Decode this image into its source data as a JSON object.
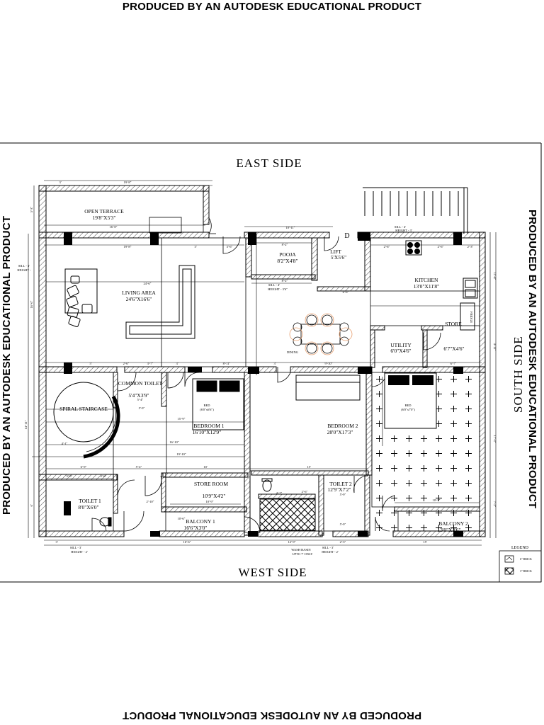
{
  "watermark": {
    "top": "PRODUCED BY AN AUTODESK EDUCATIONAL PRODUCT",
    "bottom": "PRODUCED BY AN AUTODESK EDUCATIONAL PRODUCT",
    "left": "PRODUCED BY AN AUTODESK EDUCATIONAL PRODUCT",
    "right": "PRODUCED BY AN AUTODESK EDUCATIONAL PRODUCT"
  },
  "orientation": {
    "east": "EAST   SIDE",
    "west": "WEST    SIDE",
    "south": "SOUTH  SIDE"
  },
  "rooms": {
    "open_terrace": {
      "name": "OPEN TERRACE",
      "size": "19'8\"X5'3\""
    },
    "living_area": {
      "name": "LIVING AREA",
      "size": "24'6\"X16'6\""
    },
    "pooja": {
      "name": "POOJA",
      "size": "8'2\"X4'8\""
    },
    "lift": {
      "name": "LIFT",
      "size": "5'X5'6\""
    },
    "kitchen": {
      "name": "KITCHEN",
      "size": "13'0\"X11'8\""
    },
    "utility": {
      "name": "UTILITY",
      "size": "6'0\"X4'6\""
    },
    "store": {
      "name": "STORE",
      "size": "6'7\"X4'6\""
    },
    "common_toilet": {
      "name": "COMMON TOILET",
      "size": "5'4\"X3'9\""
    },
    "spiral_staircase": {
      "name": "SPIRAL STAIRCASE"
    },
    "bedroom1": {
      "name": "BEDROOM 1",
      "size": "16'10\"X12'9\""
    },
    "bedroom2": {
      "name": "BEDROOM 2",
      "size": "28'0\"X17'3\""
    },
    "toilet1": {
      "name": "TOILET 1",
      "size": "8'0\"X6'0\""
    },
    "store_room": {
      "name": "STORE ROOM",
      "size": "10'9\"X4'2\""
    },
    "toilet2": {
      "name": "TOILET 2",
      "size": "12'9\"X7'2\""
    },
    "balcony1": {
      "name": "BALCONY 1",
      "size": "16'6\"X3'0\""
    },
    "balcony2": {
      "name": "BALCONY 2",
      "size": "13'0\"X3'6\""
    }
  },
  "labels": {
    "dining": "DINING",
    "fridge": "FRIDGE",
    "d": "D",
    "bed1": "BED",
    "bed1_size": "(6'0\"x6'6\")",
    "bed2": "BED",
    "bed2_size": "(6'0\"x7'0\")",
    "wash_basin": "WASH BASIN",
    "wash_basin_note": "UPTO 7' ONLY",
    "sill_height": "SILL - 3'",
    "sill_sub": "HEIGHT - 2'",
    "sill_left": "SILL - 3'",
    "sill_left_sub": "HEIGHT - ",
    "sill_top": "SILL - 4'",
    "sill_top_sub": "HEIGHT - 3'",
    "sill_mid": "SILL - 4'",
    "sill_mid_sub": "HEIGHT - 3'6\""
  },
  "dimensions": {
    "d_terrace_w": "19'-8\"",
    "d_top_left": "3'",
    "d_terrace_inner": "16'-8\"",
    "d_living_top": "19'-8\"",
    "d_living_w": "24'-6\"",
    "d_door1": "3'",
    "d_door2": "3'-6\"",
    "d_pooja_top": "10'-11\"",
    "d_pooja_inner": "8'-2\"",
    "d_pooja_bottom": "8'-2\"",
    "d_lift_w": "6'-6\"",
    "d_kit_a": "2'-6\"",
    "d_kit_b": "2'-6\"",
    "d_kit_c": "2'-3\"",
    "d_row1_a": "5'",
    "d_row1_b": "2'-6\"",
    "d_row1_c": "3'-7\"",
    "d_row1_d": "3'",
    "d_row1_e": "8'-11\"",
    "d_row1_f": "3'",
    "d_row1_g": "9'-10\"",
    "d_row1_h": "6'-7\"",
    "d_ct_w": "5'-4\"",
    "d_stair_a": "5'-9\"",
    "d_bed1_w": "15'-9\"",
    "d_mid_a": "16'-10\"",
    "d_mid_b": "19'-10\"",
    "d_mid_c": "4'-1\"",
    "d_mid_d": "6'-9\"",
    "d_mid_e": "5'-4\"",
    "d_mid_f": "10'",
    "d_mid_g": "15'",
    "d_t1_a": "5'-6\"",
    "d_t1_b": "2'-6\"",
    "d_sr_w": "10'-9\"",
    "d_sr_door": "2'-10\"",
    "d_t2_a": "2'-6\"",
    "d_t2_b": "5'-9\"",
    "d_bal2_w": "10'-3\"",
    "d_bot_a": "3'",
    "d_bot_b": "16'-6\"",
    "d_bot_c": "12'-9\"",
    "d_bot_d": "2'-3\"",
    "d_bot_e": "15'",
    "d_bal1_a": "10'-6\"",
    "d_bal1_b": "4'-2\"",
    "d_bal2_b": "5'-9\"",
    "d_left_a": "5'-3\"",
    "d_left_b": "16'-6\"",
    "d_left_c": "14'-11\"",
    "d_left_d": "6'",
    "d_right_a": "11'-8\"",
    "d_right_b": "4'-11\"",
    "d_right_c": "17'-3\"",
    "d_right_d": "7'-2\""
  },
  "legend": {
    "title": "LEGEND",
    "items": [
      {
        "label": "6\" BRICK"
      },
      {
        "label": "3\" BRICK"
      }
    ]
  }
}
